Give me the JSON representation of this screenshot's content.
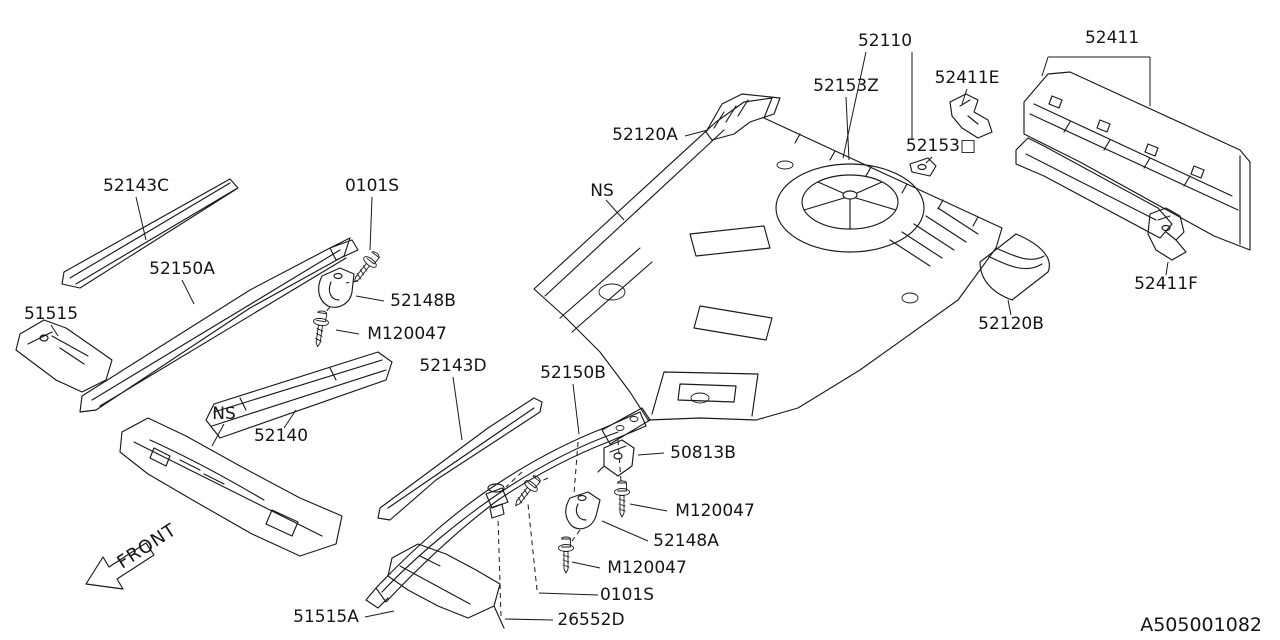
{
  "diagram": {
    "id": "A505001082",
    "front_label": "FRONT",
    "ink": "#1a1a1a"
  },
  "labels": {
    "p52110": "52110",
    "p52411": "52411",
    "p52153Z": "52153Z",
    "p52411E": "52411E",
    "p52120A": "52120A",
    "p52153_clip": "52153□",
    "p52143C": "52143C",
    "p0101S_top": "0101S",
    "ns_top": "NS",
    "p52150A": "52150A",
    "p52148B": "52148B",
    "p51515": "51515",
    "m120047_top": "M120047",
    "p52143D": "52143D",
    "p52150B": "52150B",
    "p52120B": "52120B",
    "p52411F": "52411F",
    "ns_mid": "NS",
    "p52140": "52140",
    "p50813B": "50813B",
    "m120047_right": "M120047",
    "p52148A": "52148A",
    "m120047_mid": "M120047",
    "p0101S_bottom": "0101S",
    "p51515A": "51515A",
    "p26552D": "26552D"
  }
}
